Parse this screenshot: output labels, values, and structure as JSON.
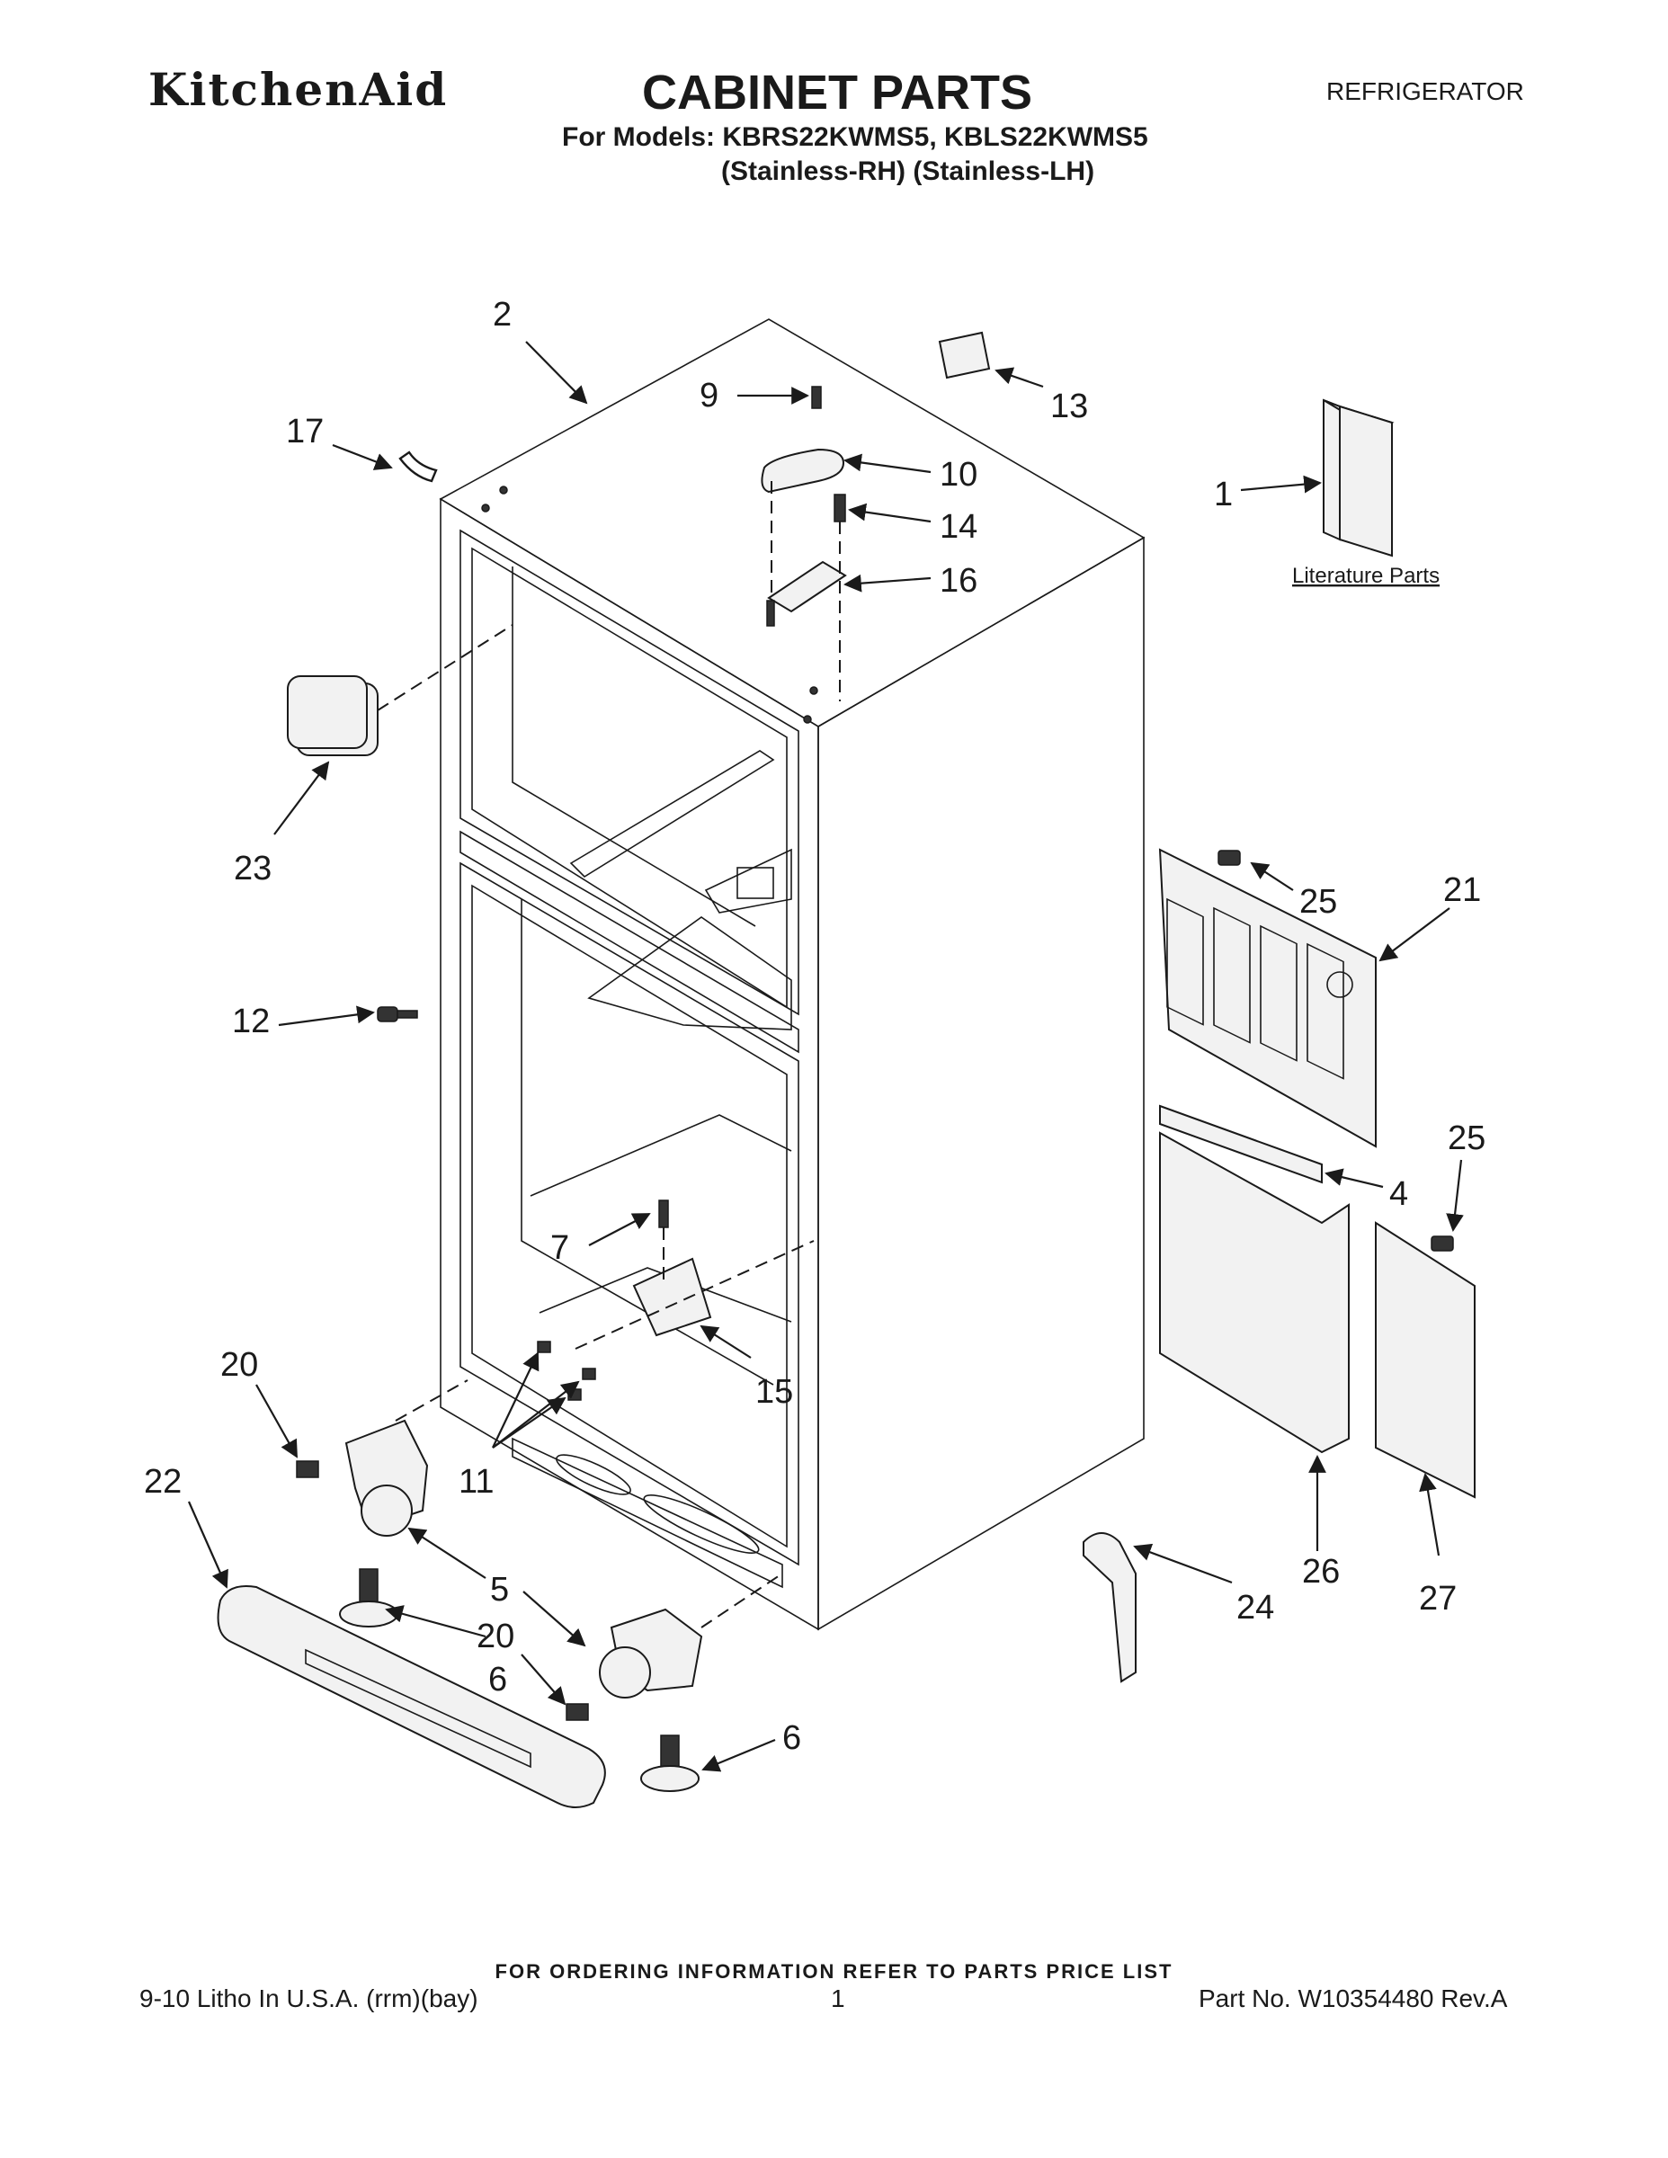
{
  "header": {
    "brand": "KitchenAid",
    "title": "CABINET PARTS",
    "category": "REFRIGERATOR",
    "models_line": "For Models: KBRS22KWMS5, KBLS22KWMS5",
    "variants_line": "(Stainless-RH)    (Stainless-LH)"
  },
  "diagram": {
    "literature_label": "Literature Parts",
    "callouts": {
      "c1": "1",
      "c2": "2",
      "c4": "4",
      "c5a": "5",
      "c5b": "5",
      "c6a": "6",
      "c6b": "6",
      "c7": "7",
      "c9": "9",
      "c10": "10",
      "c11": "11",
      "c12": "12",
      "c13": "13",
      "c14": "14",
      "c15": "15",
      "c16": "16",
      "c17": "17",
      "c20a": "20",
      "c20b": "20",
      "c21": "21",
      "c22": "22",
      "c23": "23",
      "c24": "24",
      "c25a": "25",
      "c25b": "25",
      "c26": "26",
      "c27": "27"
    }
  },
  "footer": {
    "ordering_note": "FOR ORDERING INFORMATION REFER TO PARTS PRICE LIST",
    "litho": "9-10 Litho In U.S.A. (rrm)(bay)",
    "page": "1",
    "part_no": "Part No. W10354480 Rev.A"
  }
}
